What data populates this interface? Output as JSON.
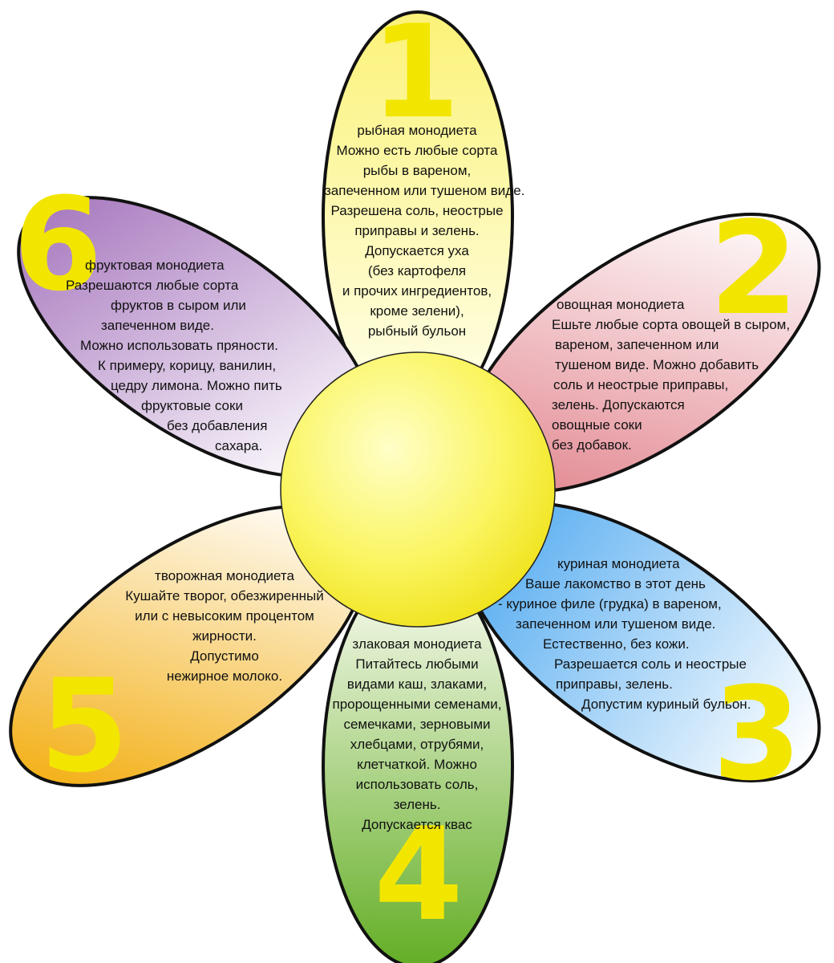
{
  "colors": {
    "outline": "#111111",
    "number": "#f2e600",
    "center_light": "#ffffc0",
    "center_dark": "#f3ea2a"
  },
  "petals": [
    {
      "id": "1",
      "number": "1",
      "colors": [
        "#fbf278",
        "#ffffee"
      ],
      "lines": [
        "рыбная монодиета",
        "Можно есть любые сорта",
        "рыбы в вареном,",
        "запеченном или тушеном виде.",
        "Разрешена соль, неострые",
        "приправы и зелень.",
        "Допускается уха",
        "(без картофеля",
        "и прочих ингредиентов,",
        "кроме зелени),",
        "рыбный бульон"
      ]
    },
    {
      "id": "2",
      "number": "2",
      "colors": [
        "#ffffff",
        "#e2868f"
      ],
      "lines": [
        "овощная монодиета",
        "Ешьте любые сорта овощей в сыром,",
        "вареном, запеченном или",
        "тушеном виде. Можно добавить",
        "соль и неострые приправы,",
        "зелень. Допускаются",
        "овощные соки",
        "без добавок."
      ]
    },
    {
      "id": "3",
      "number": "3",
      "colors": [
        "#4fa9f0",
        "#ffffff"
      ],
      "lines": [
        "куриная монодиета",
        "Ваше лакомство в этот день",
        "- куриное филе (грудка) в вареном,",
        "запеченном или тушеном виде.",
        "Естественно, без кожи.",
        "Разрешается соль и неострые",
        "приправы, зелень.",
        "Допустим куриный бульон."
      ]
    },
    {
      "id": "4",
      "number": "4",
      "colors": [
        "#63ae25",
        "#fdfdf5"
      ],
      "lines": [
        "злаковая монодиета",
        "Питайтесь любыми",
        "видами каш, злаками,",
        "пророщенными семенами,",
        "семечками, зерновыми",
        "хлебцами, отрубями,",
        "клетчаткой. Можно",
        "использовать соль,",
        "зелень.",
        "Допускается квас"
      ]
    },
    {
      "id": "5",
      "number": "5",
      "colors": [
        "#f3ae12",
        "#ffffff"
      ],
      "lines": [
        "творожная монодиета",
        "Кушайте творог, обезжиренный",
        "или с невысоким процентом",
        "жирности.",
        "Допустимо",
        "нежирное молоко."
      ]
    },
    {
      "id": "6",
      "number": "6",
      "colors": [
        "#a778be",
        "#ffffff"
      ],
      "lines": [
        "фруктовая монодиета",
        "Разрешаются любые сорта",
        "фруктов в сыром или",
        "запеченном виде.",
        "Можно использовать пряности.",
        "К примеру, корицу, ванилин,",
        "цедру лимона. Можно пить",
        "фруктовые соки",
        "без добавления",
        "сахара."
      ]
    }
  ]
}
